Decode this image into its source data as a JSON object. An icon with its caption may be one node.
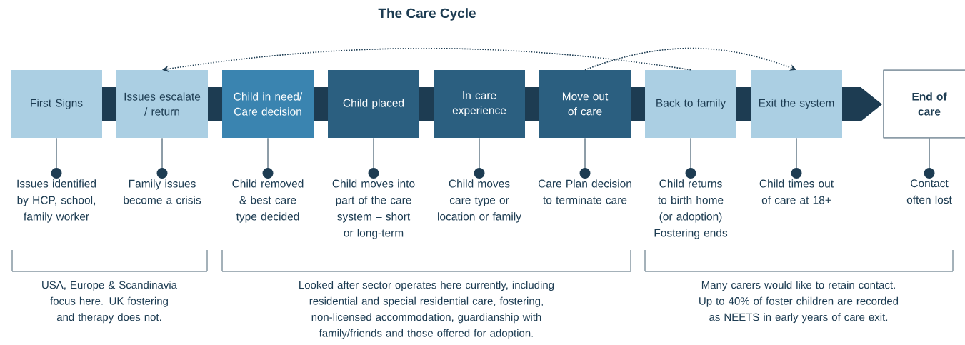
{
  "diagram": {
    "title": "The Care Cycle",
    "nodes": [
      {
        "text": [
          "First Signs"
        ]
      },
      {
        "text": [
          "Issues escalate / return"
        ]
      },
      {
        "text": [
          "Child in need/ Care decision"
        ]
      },
      {
        "text": [
          "Child placed"
        ]
      },
      {
        "text": [
          "In care experience"
        ]
      },
      {
        "text": [
          "Move out of care"
        ]
      },
      {
        "text": [
          "Back to family"
        ]
      },
      {
        "text": [
          "Exit the system"
        ]
      },
      {
        "text": [
          "End of care"
        ]
      },
      {
        "text": [
          "Issues identified by HCP, school, family worker"
        ]
      },
      {
        "text": [
          "Family issues become a crisis"
        ]
      },
      {
        "text": [
          "Child removed & best care type decided"
        ]
      },
      {
        "text": [
          "Child moves into part of the care system – short or long-term"
        ]
      },
      {
        "text": [
          "Child moves care type or location or family"
        ]
      },
      {
        "text": [
          "Care Plan decision to terminate care"
        ]
      },
      {
        "text": [
          "Child returns to birth home (or adoption) Fostering ends"
        ]
      },
      {
        "text": [
          "Child times out of care at 18+"
        ]
      },
      {
        "text": [
          "Contact often lost"
        ]
      }
    ],
    "edges": [
      {
        "from": 6,
        "to": 1,
        "arrow": "to",
        "style": "dashed"
      },
      {
        "from": 5,
        "to": 7,
        "arrow": "to",
        "style": "dashed"
      },
      {
        "from": 0,
        "to": 9,
        "arrow": "other"
      },
      {
        "from": 1,
        "to": 10,
        "arrow": "other"
      },
      {
        "from": 2,
        "to": 11,
        "arrow": "other"
      },
      {
        "from": 3,
        "to": 12,
        "arrow": "other"
      },
      {
        "from": 4,
        "to": 13,
        "arrow": "other"
      },
      {
        "from": 5,
        "to": 14,
        "arrow": "other"
      },
      {
        "from": 6,
        "to": 15,
        "arrow": "other"
      },
      {
        "from": 7,
        "to": 16,
        "arrow": "other"
      },
      {
        "from": 8,
        "to": 17,
        "arrow": "other"
      }
    ],
    "labels": [
      "USA, Europe & Scandinavia focus here. UK fostering and therapy  does not.",
      "Looked after sector operates here currently, including residential and special residential care, fostering, non-licensed accommodation, guardianship with family/friends and those offered for adoption.",
      "Many carers would like to retain contact. Up to 40% of foster children are recorded as NEETS in early years of care exit."
    ]
  }
}
